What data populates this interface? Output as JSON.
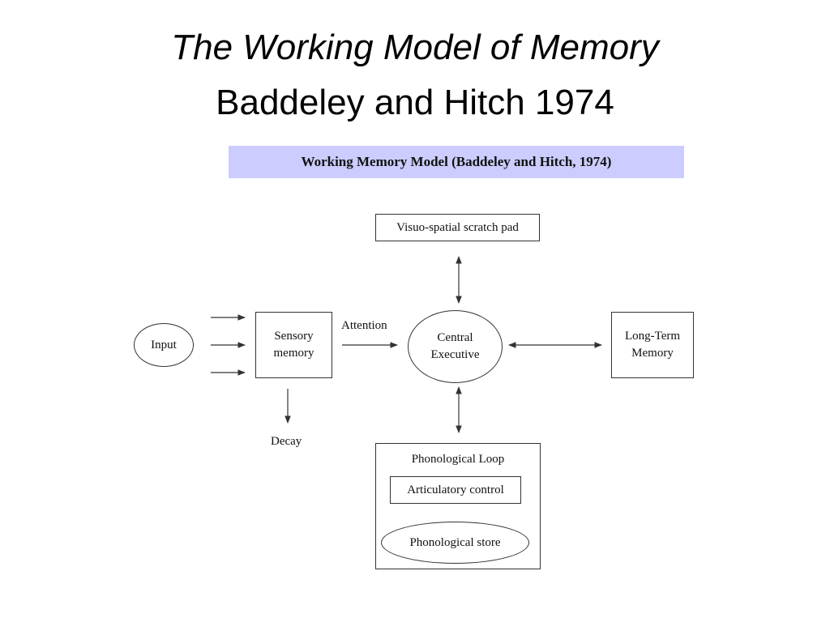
{
  "title": {
    "line1": "The Working Model of Memory",
    "line2": "Baddeley and Hitch 1974"
  },
  "banner": {
    "text": "Working Memory Model (Baddeley and Hitch, 1974)"
  },
  "diagram": {
    "input": "Input",
    "sensory_memory": {
      "line1": "Sensory",
      "line2": "memory"
    },
    "attention": "Attention",
    "central_executive": {
      "line1": "Central",
      "line2": "Executive"
    },
    "long_term_memory": {
      "line1": "Long-Term",
      "line2": "Memory"
    },
    "visuo_spatial": "Visuo-spatial scratch pad",
    "decay": "Decay",
    "phonological_loop": {
      "title": "Phonological Loop",
      "articulatory_control": "Articulatory control",
      "phonological_store": "Phonological store"
    }
  },
  "colors": {
    "banner_background": "#ccccff",
    "stroke": "#333333"
  }
}
